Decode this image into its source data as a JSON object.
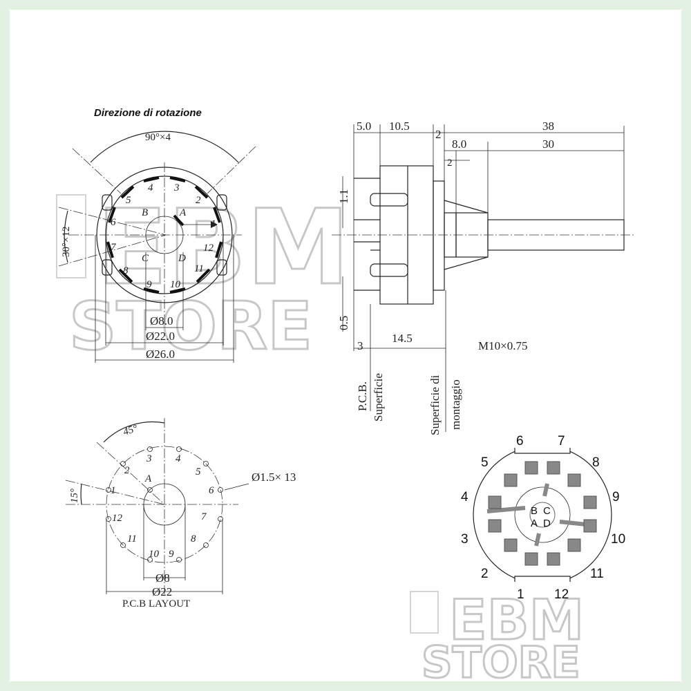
{
  "front_view": {
    "title": "Direzione di rotazione",
    "angle_label": "90°×4",
    "side_angle_label": "30°×12",
    "contacts": [
      "1",
      "2",
      "3",
      "4",
      "5",
      "6",
      "7",
      "8",
      "9",
      "10",
      "11",
      "12"
    ],
    "poles": [
      "A",
      "B",
      "C",
      "D"
    ],
    "dim_inner": "Ø8.0",
    "dim_mid": "Ø22.0",
    "dim_outer": "Ø26.0"
  },
  "side_view": {
    "dim_top": [
      "5.0",
      "10.5",
      "2",
      "38"
    ],
    "dim_second": [
      "8.0",
      "30"
    ],
    "dim_small": "2",
    "dim_pin_top": "1.1",
    "dim_pin_bottom": "0.5",
    "dim_bottom": [
      "3",
      "14.5"
    ],
    "thread": "M10×0.75",
    "label_pcb": "P.C.B.",
    "label_surface": "Superficie",
    "label_mount_1": "Superficie di",
    "label_mount_2": "montaggio"
  },
  "pcb_layout": {
    "angle_top": "45°",
    "angle_side": "15°",
    "hole_label": "Ø1.5× 13",
    "pin_labels": [
      "1",
      "2",
      "3",
      "4",
      "5",
      "6",
      "7",
      "8",
      "9",
      "10",
      "11",
      "12"
    ],
    "pole_label": "A",
    "dim_inner": "Ø8",
    "dim_outer": "Ø22",
    "caption": "P.C.B LAYOUT"
  },
  "footprint": {
    "pin_labels": [
      "1",
      "2",
      "3",
      "4",
      "5",
      "6",
      "7",
      "8",
      "9",
      "10",
      "11",
      "12"
    ],
    "center_labels": [
      "B",
      "C",
      "A",
      "D"
    ]
  },
  "watermark": {
    "line1": "EBM",
    "line2": "STORE"
  },
  "colors": {
    "border": "#e3f1e3",
    "ink": "#222222",
    "watermark": "#9a9a9a"
  }
}
